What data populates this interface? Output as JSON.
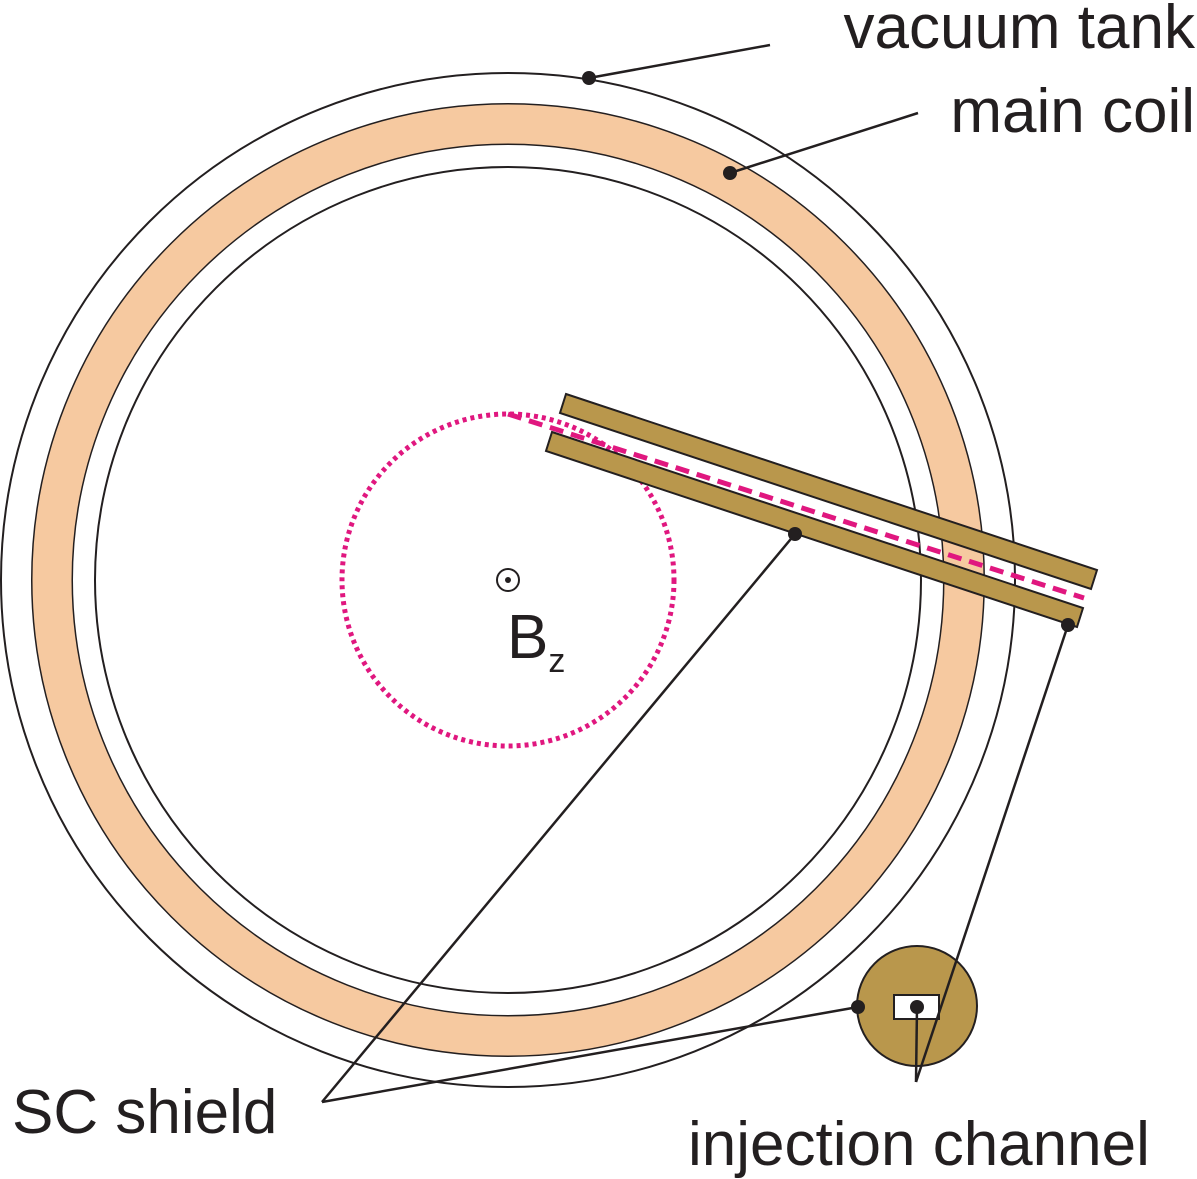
{
  "labels": {
    "vacuum_tank": "vacuum tank",
    "main_coil": "main coil",
    "sc_shield": "SC shield",
    "injection_channel": "injection channel",
    "field_symbol": "B",
    "field_subscript": "z"
  },
  "colors": {
    "coil": "#f6c9a0",
    "shield": "#b9974c",
    "beam": "#e0177f",
    "line": "#231f20",
    "background": "#ffffff"
  },
  "icons": {
    "field_direction": "dot-in-circle-icon"
  }
}
